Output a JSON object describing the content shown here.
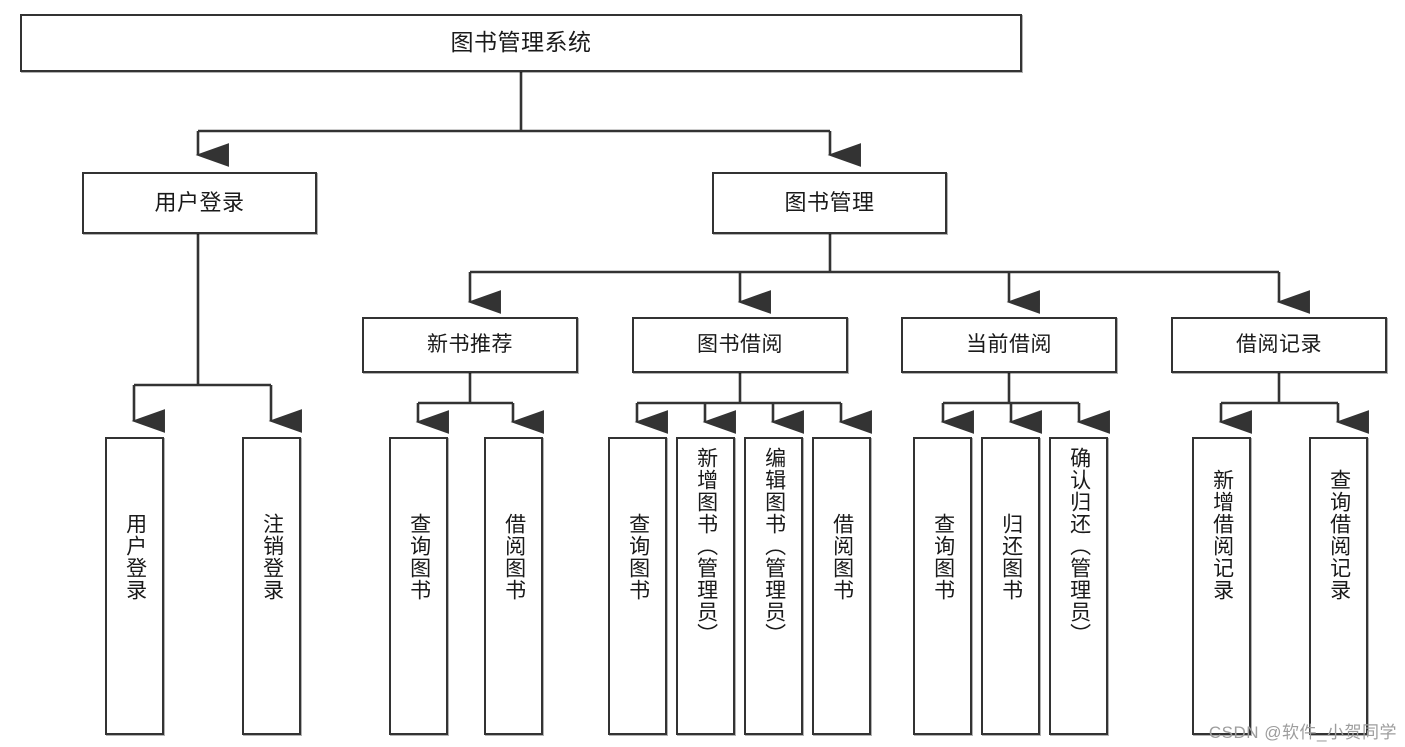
{
  "diagram": {
    "title": "图书管理系统",
    "type": "tree",
    "orientation": "top-down",
    "line_color": "#333333",
    "box_border_color": "#333333",
    "box_fill_color": "#ffffff",
    "background_color": "#ffffff"
  },
  "nodes": {
    "root": {
      "label": "图书管理系统"
    },
    "level2": [
      {
        "id": "user-login",
        "label": "用户登录"
      },
      {
        "id": "book-management",
        "label": "图书管理"
      }
    ],
    "level3": [
      {
        "id": "new-book-recommend",
        "label": "新书推荐"
      },
      {
        "id": "book-borrow",
        "label": "图书借阅"
      },
      {
        "id": "current-borrow",
        "label": "当前借阅"
      },
      {
        "id": "borrow-record",
        "label": "借阅记录"
      }
    ],
    "leaves": {
      "user_login": [
        {
          "id": "leaf-user-login",
          "label": "用户登录"
        },
        {
          "id": "leaf-logout-login",
          "label": "注销登录"
        }
      ],
      "new_book_recommend": [
        {
          "id": "leaf-query-book-1",
          "label": "查询图书"
        },
        {
          "id": "leaf-borrow-book-1",
          "label": "借阅图书"
        }
      ],
      "book_borrow": [
        {
          "id": "leaf-query-book-2",
          "label": "查询图书"
        },
        {
          "id": "leaf-add-book",
          "label": "新增图书（管理员）"
        },
        {
          "id": "leaf-edit-book",
          "label": "编辑图书（管理员）"
        },
        {
          "id": "leaf-borrow-book-2",
          "label": "借阅图书"
        }
      ],
      "current_borrow": [
        {
          "id": "leaf-query-book-3",
          "label": "查询图书"
        },
        {
          "id": "leaf-return-book",
          "label": "归还图书"
        },
        {
          "id": "leaf-confirm-return",
          "label": "确认归还（管理员）"
        }
      ],
      "borrow_record": [
        {
          "id": "leaf-add-record",
          "label": "新增借阅记录"
        },
        {
          "id": "leaf-query-record",
          "label": "查询借阅记录"
        }
      ]
    }
  },
  "watermark": {
    "text": "CSDN @软件_小贺同学"
  }
}
